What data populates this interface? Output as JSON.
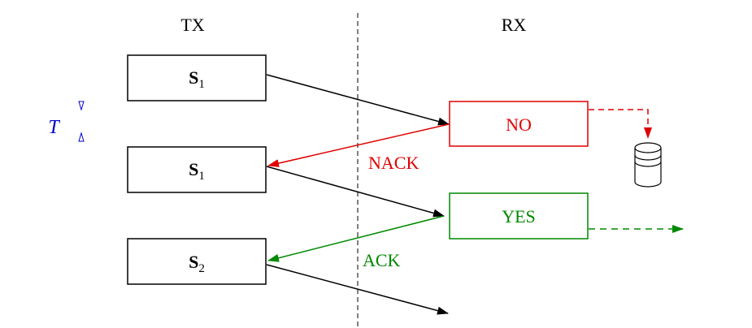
{
  "headers": {
    "tx": "TX",
    "rx": "RX"
  },
  "colors": {
    "black": "#000000",
    "red": "#e00000",
    "green": "#008800",
    "blue": "#0000cc"
  },
  "tx_frames": [
    {
      "letter": "S",
      "subscript": "1"
    },
    {
      "letter": "S",
      "subscript": "1"
    },
    {
      "letter": "S",
      "subscript": "2"
    }
  ],
  "rx_results": [
    {
      "label": "NO",
      "color": "#e00000"
    },
    {
      "label": "YES",
      "color": "#008800"
    }
  ],
  "feedback": [
    {
      "label": "NACK",
      "color": "#e00000"
    },
    {
      "label": "ACK",
      "color": "#008800"
    }
  ],
  "timing_label": "T",
  "icons": {
    "discard": "database-icon"
  }
}
